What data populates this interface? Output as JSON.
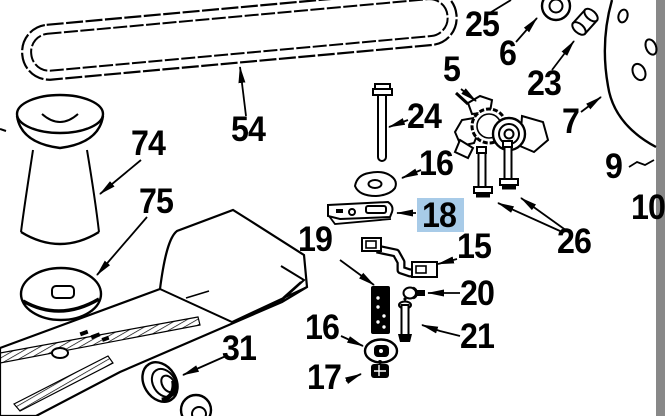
{
  "diagram": {
    "type": "exploded-parts-diagram",
    "background": "#ffffff",
    "line_color": "#000000",
    "highlight": {
      "selected_part": "18",
      "color": "#a8cbe8",
      "text_color": "#111111"
    },
    "labels": [
      {
        "text": "54"
      },
      {
        "text": "74"
      },
      {
        "text": "75"
      },
      {
        "text": "25"
      },
      {
        "text": "6"
      },
      {
        "text": "23"
      },
      {
        "text": "5"
      },
      {
        "text": "7"
      },
      {
        "text": "24"
      },
      {
        "text": "16"
      },
      {
        "text": "18"
      },
      {
        "text": "19"
      },
      {
        "text": "15"
      },
      {
        "text": "20"
      },
      {
        "text": "21"
      },
      {
        "text": "16"
      },
      {
        "text": "17"
      },
      {
        "text": "26"
      },
      {
        "text": "9"
      },
      {
        "text": "10"
      },
      {
        "text": "31"
      }
    ]
  }
}
